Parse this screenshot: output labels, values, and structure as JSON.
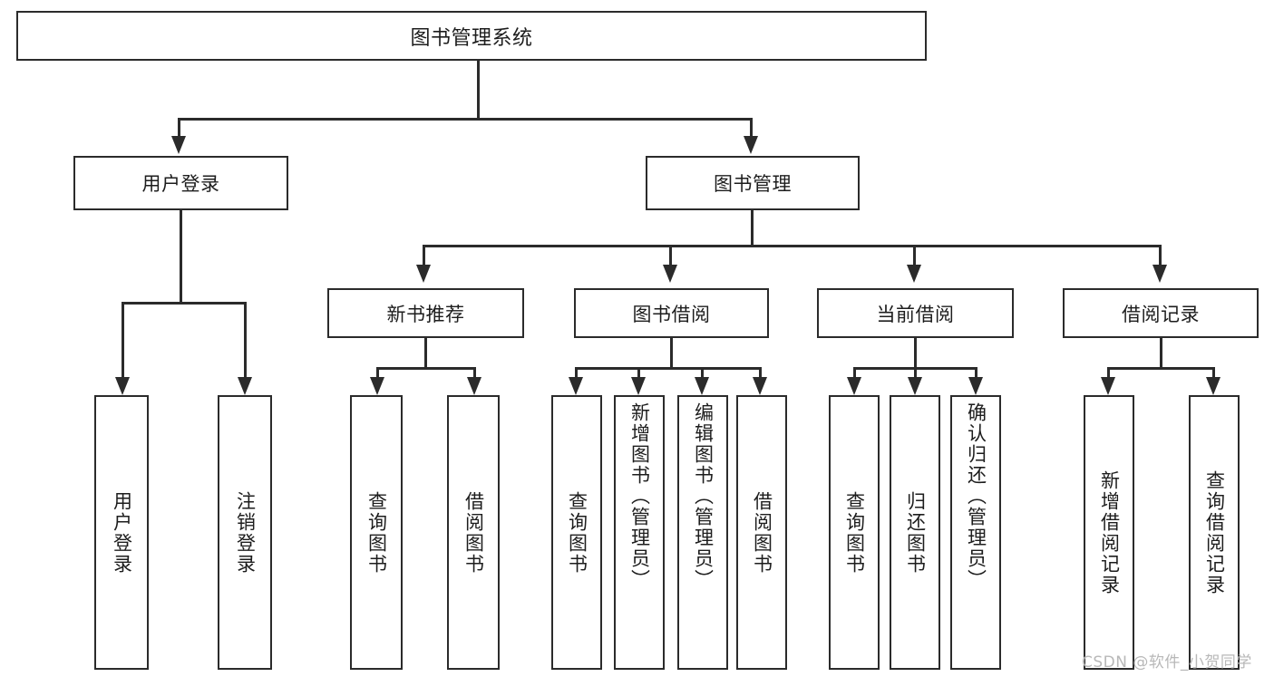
{
  "diagram": {
    "type": "tree-hierarchy",
    "title": "图书管理系统",
    "watermark": "CSDN @软件_小贺同学",
    "accent_color": "#2b2b2b",
    "background_color": "#ffffff",
    "levels": 4,
    "nodes": {
      "root": {
        "label": "图书管理系统"
      },
      "level2": [
        {
          "label": "用户登录"
        },
        {
          "label": "图书管理"
        }
      ],
      "level3": [
        {
          "label": "新书推荐"
        },
        {
          "label": "图书借阅"
        },
        {
          "label": "当前借阅"
        },
        {
          "label": "借阅记录"
        }
      ],
      "leaves_user_login": [
        {
          "label": "用户登录"
        },
        {
          "label": "注销登录"
        }
      ],
      "leaves_new_books": [
        {
          "label": "查询图书"
        },
        {
          "label": "借阅图书"
        }
      ],
      "leaves_borrow": [
        {
          "label": "查询图书"
        },
        {
          "label": "新增图书（管理员）"
        },
        {
          "label": "编辑图书（管理员）"
        },
        {
          "label": "借阅图书"
        }
      ],
      "leaves_current": [
        {
          "label": "查询图书"
        },
        {
          "label": "归还图书"
        },
        {
          "label": "确认归还（管理员）"
        }
      ],
      "leaves_records": [
        {
          "label": "新增借阅记录"
        },
        {
          "label": "查询借阅记录"
        }
      ]
    }
  }
}
